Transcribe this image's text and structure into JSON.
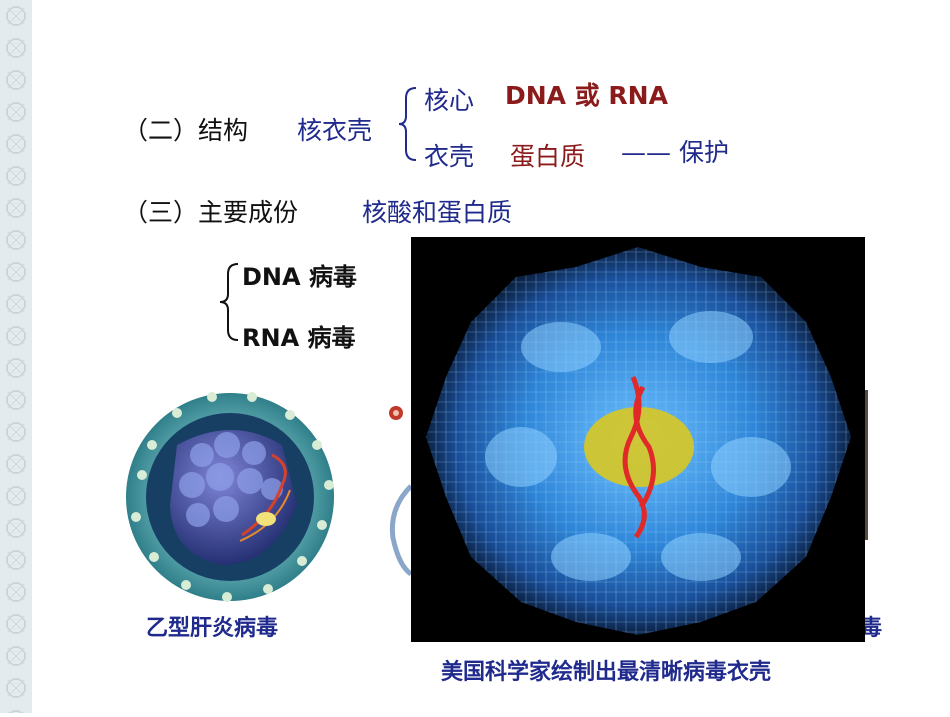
{
  "slide": {
    "structure_label": "（二）结构",
    "structure_value": "核衣壳",
    "core_label": "核心",
    "core_value": "DNA 或 RNA",
    "capsid_label": "衣壳",
    "capsid_value": "蛋白质",
    "capsid_function": "—— 保护",
    "components_label": "（三）主要成份",
    "components_value": "核酸和蛋白质",
    "virus_types": [
      "DNA 病毒",
      "RNA 病毒"
    ],
    "caption_hbv": "乙型肝炎病毒",
    "caption_main": "美国科学家绘制出最清晰病毒衣壳",
    "caption_hidden_partial": "毒"
  },
  "colors": {
    "navy": "#1f2a8c",
    "maroon": "#8b1a1a",
    "strip": "#e4ebee"
  }
}
